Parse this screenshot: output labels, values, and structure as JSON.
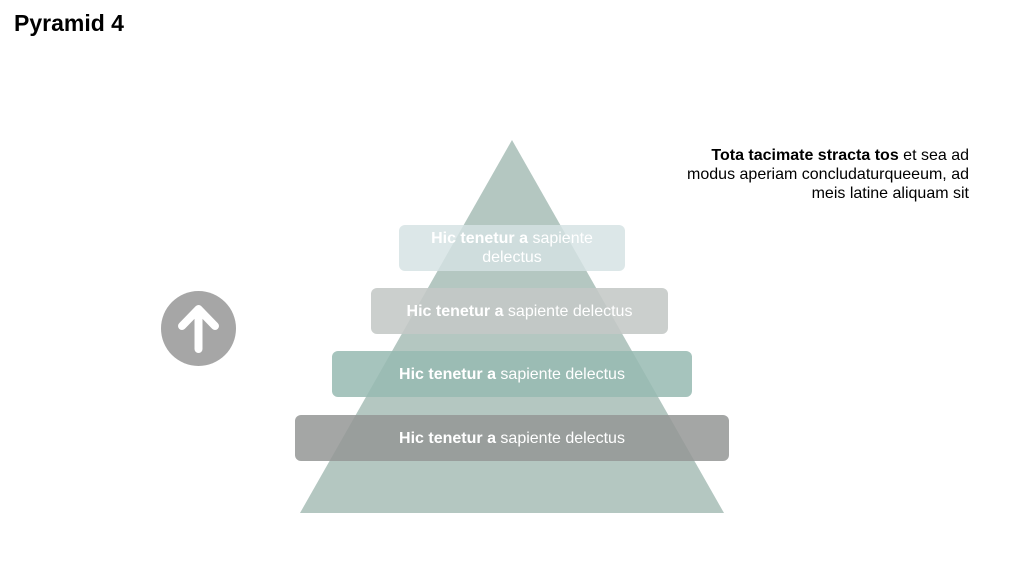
{
  "title": "Pyramid 4",
  "colors": {
    "triangle": "#b4c7c1",
    "band_1": "#d4e2e3",
    "band_2": "#c8ccca",
    "band_3": "#9ebfb8",
    "band_4": "#9c9e9d",
    "arrow_circle": "#a6a6a6",
    "band_text": "#ffffff"
  },
  "levels": [
    {
      "bold": "Hic tenetur a",
      "text": "sapiente delectus"
    },
    {
      "bold": "Hic tenetur a",
      "text": "sapiente delectus"
    },
    {
      "bold": "Hic tenetur a",
      "text": "sapiente delectus"
    },
    {
      "bold": "Hic tenetur a",
      "text": "sapiente delectus"
    }
  ],
  "side_note": {
    "bold": "Tota tacimate stracta tos",
    "text": "et sea ad modus aperiam concludaturqueeum, ad meis latine aliquam sit"
  },
  "arrow_icon": "arrow-up-icon"
}
